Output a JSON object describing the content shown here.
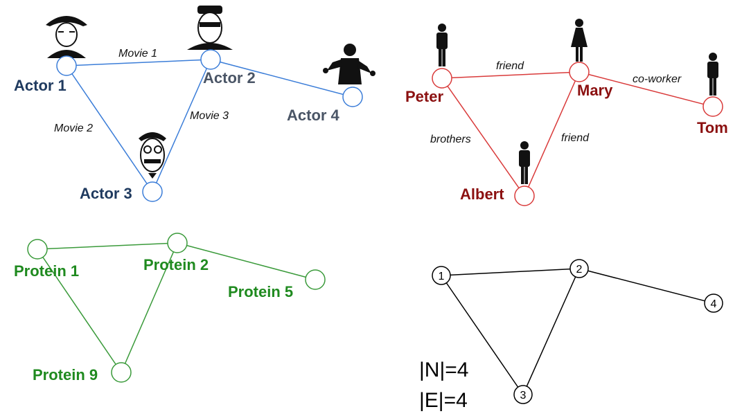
{
  "colors": {
    "actor_edge": "#3b7dd8",
    "actor_label": "#1f3a5f",
    "actor_label_alt": "#4a5566",
    "social_edge": "#d93a3a",
    "social_label": "#8b1010",
    "protein_edge": "#3a9a3a",
    "protein_label": "#1f8a1f",
    "abstract_edge": "#000000",
    "icon_dark": "#111111"
  },
  "actor_network": {
    "nodes": [
      "Actor 1",
      "Actor 2",
      "Actor 3",
      "Actor 4"
    ],
    "edges": [
      "Movie 1",
      "Movie 2",
      "Movie 3"
    ]
  },
  "social_network": {
    "nodes": [
      "Peter",
      "Mary",
      "Albert",
      "Tom"
    ],
    "edges": [
      "friend",
      "brothers",
      "friend",
      "co-worker"
    ]
  },
  "protein_network": {
    "nodes": [
      "Protein 1",
      "Protein 2",
      "Protein 5",
      "Protein 9"
    ]
  },
  "abstract_graph": {
    "nodes": [
      "1",
      "2",
      "3",
      "4"
    ],
    "node_count": "|N|=4",
    "edge_count": "|E|=4"
  }
}
